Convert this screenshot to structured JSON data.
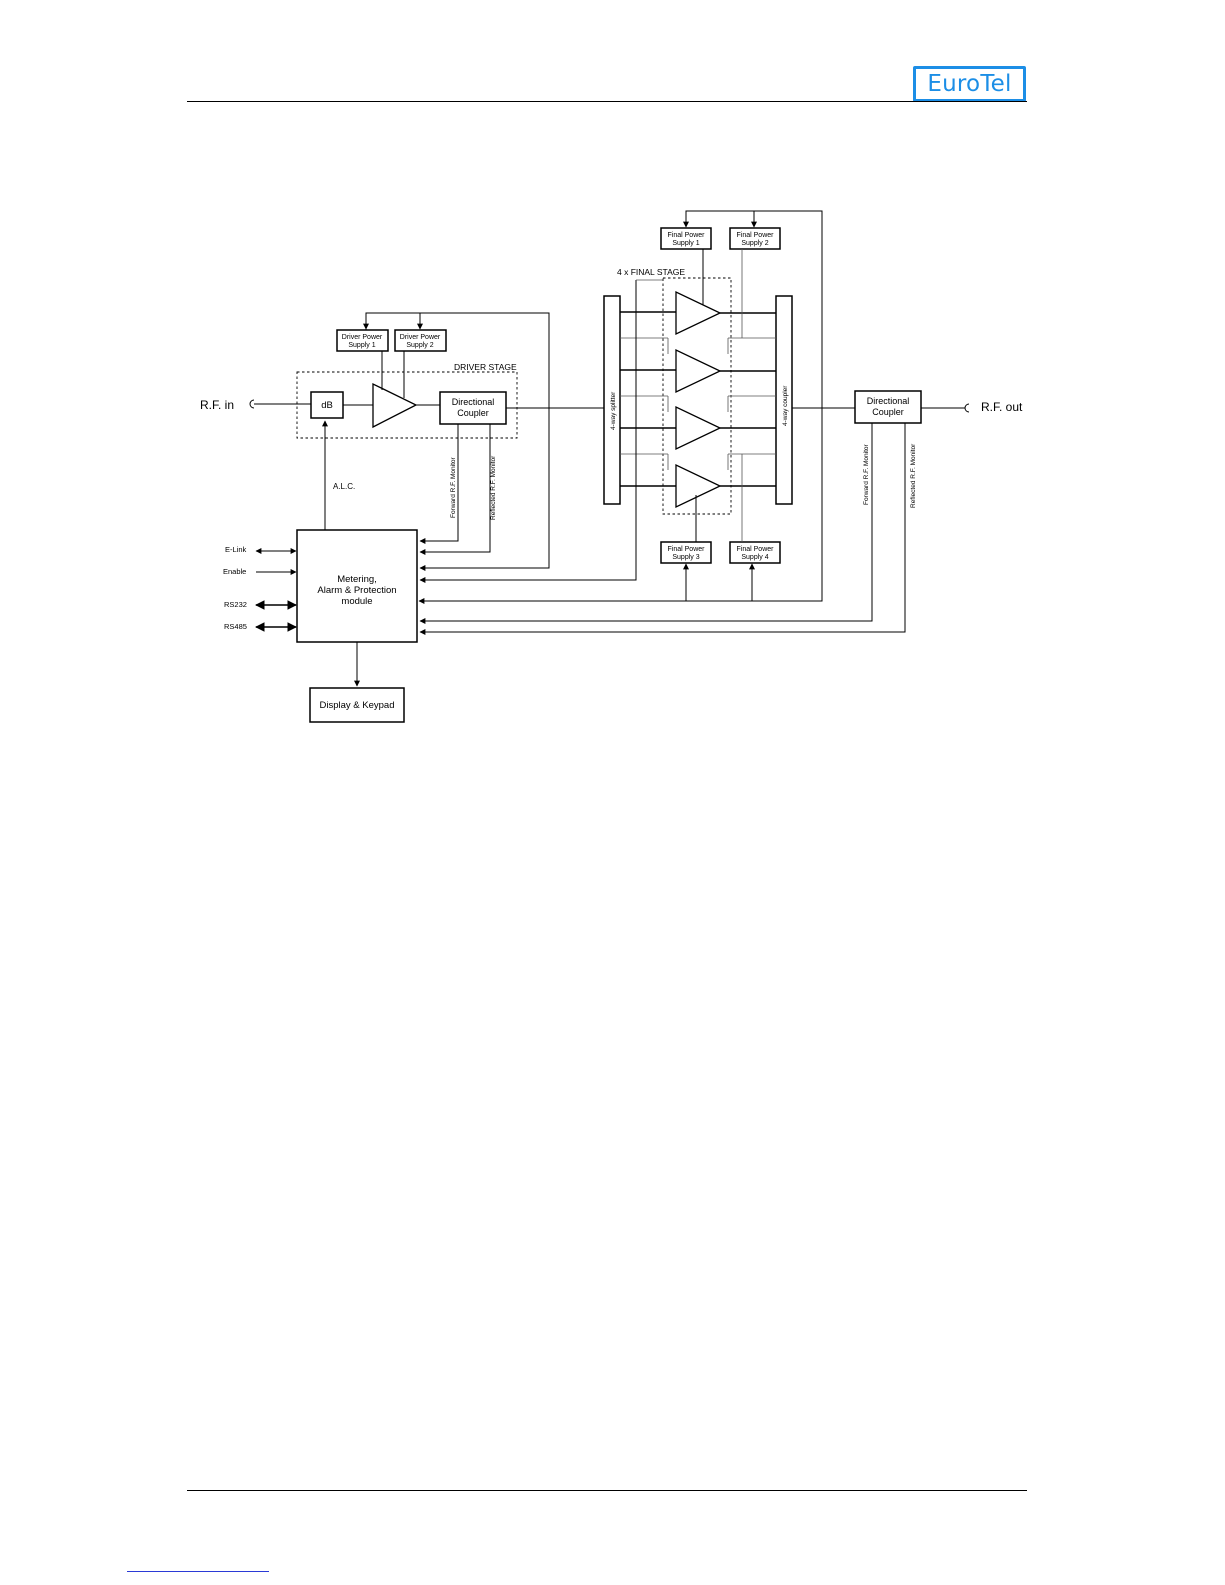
{
  "header": {
    "logo_text": "EuroTel",
    "logo_color": "#1c8ee6"
  },
  "diagram": {
    "rf_in": "R.F. in",
    "rf_out": "R.F. out",
    "db_box": "dB",
    "driver_stage": "DRIVER STAGE",
    "final_stage": "4 x FINAL STAGE",
    "driver_ps1": [
      "Driver Power",
      "Supply 1"
    ],
    "driver_ps2": [
      "Driver Power",
      "Supply 2"
    ],
    "final_ps1": [
      "Final Power",
      "Supply 1"
    ],
    "final_ps2": [
      "Final Power",
      "Supply 2"
    ],
    "final_ps3": [
      "Final Power",
      "Supply 3"
    ],
    "final_ps4": [
      "Final Power",
      "Supply 4"
    ],
    "dir_coupler_1": [
      "Directional",
      "Coupler"
    ],
    "dir_coupler_2": [
      "Directional",
      "Coupler"
    ],
    "splitter": "4-way splitter",
    "coupler4": "4-way coupler",
    "alc": "A.L.C.",
    "fwd_monitor_1": "Forward R.F. Monitor",
    "refl_monitor_1": "Reflected R.F. Monitor",
    "fwd_monitor_2": "Forward R.F. Monitor",
    "refl_monitor_2": "Reflected R.F. Monitor",
    "metering": [
      "Metering,",
      "Alarm & Protection",
      "module"
    ],
    "display": "Display & Keypad",
    "elink": "E-Link",
    "enable": "Enable",
    "rs232": "RS232",
    "rs485": "RS485"
  }
}
